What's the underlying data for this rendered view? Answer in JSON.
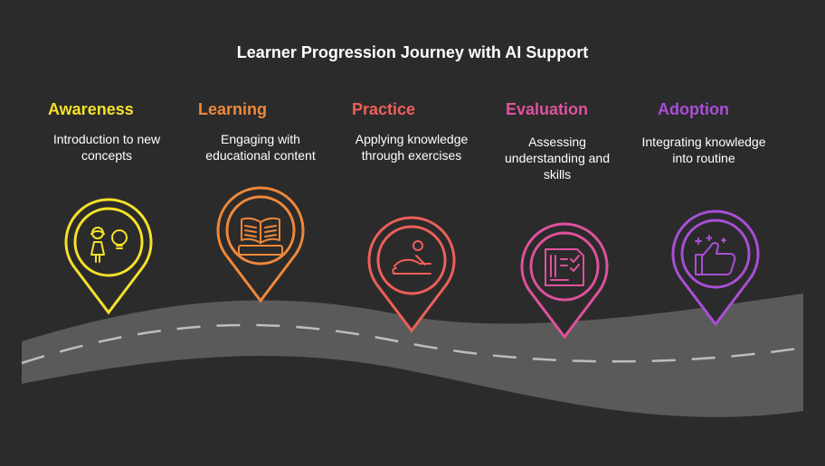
{
  "title": "Learner Progression Journey with AI Support",
  "stages": [
    {
      "title": "Awareness",
      "description": "Introduction to new concepts",
      "color": "#f5e12a",
      "icon": "person-lightbulb-icon"
    },
    {
      "title": "Learning",
      "description": "Engaging with educational content",
      "color": "#f0883a",
      "icon": "open-book-icon"
    },
    {
      "title": "Practice",
      "description": "Applying knowledge through exercises",
      "color": "#ef5f5a",
      "icon": "exercise-person-icon"
    },
    {
      "title": "Evaluation",
      "description": "Assessing understanding and skills",
      "color": "#e0519f",
      "icon": "checklist-document-icon"
    },
    {
      "title": "Adoption",
      "description": "Integrating knowledge into routine",
      "color": "#a94fd6",
      "icon": "thumbs-up-icon"
    }
  ],
  "colors": {
    "background": "#2b2b2b",
    "road": "#5a5a5a",
    "road_marking": "#bdbdbd"
  }
}
